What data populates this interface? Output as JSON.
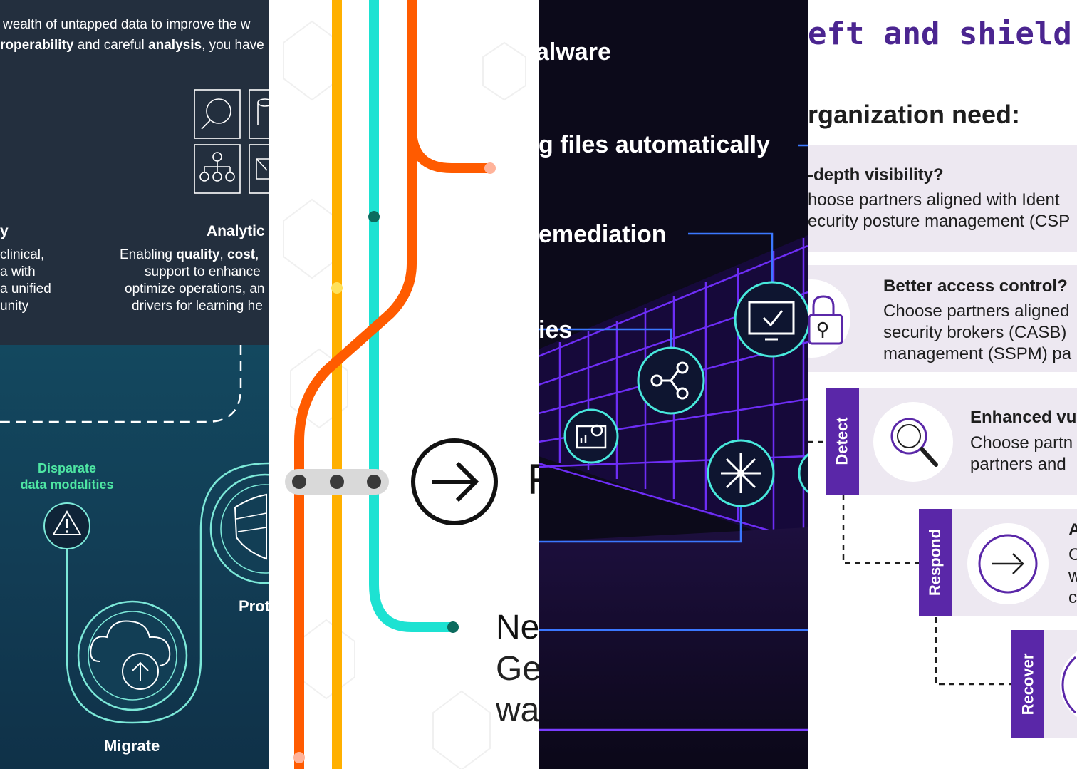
{
  "panel1": {
    "intro_line1": "wealth of untapped data to improve the w",
    "intro_line2_bold1": "roperability",
    "intro_line2_mid": " and careful ",
    "intro_line2_bold2": "analysis",
    "intro_line2_end": ", you have",
    "analytics_title": "Analytic",
    "analytics_line1_pre": "Enabling ",
    "analytics_line1_b1": "quality",
    "analytics_line1_sep": ", ",
    "analytics_line1_b2": "cost",
    "analytics_line1_end": ", ",
    "analytics_line2": "support to enhance",
    "analytics_line3": "optimize operations, an",
    "analytics_line4": "drivers for learning he",
    "left_frag_title": "y",
    "left_frag_line1": "clinical,",
    "left_frag_line2": "a with",
    "left_frag_line3": "a unified",
    "left_frag_line4": "unity",
    "disparate_label_1": "Disparate",
    "disparate_label_2": "data modalities",
    "protect_label": "Prot",
    "migrate_label": "Migrate",
    "icons": [
      "search-icon",
      "database-icon",
      "hierarchy-icon",
      "document-icon",
      "warning-icon",
      "cloud-upload-icon",
      "shield-icon"
    ]
  },
  "panel2": {
    "partial_letter": "F",
    "text_line1": "Ne",
    "text_line2": "Ge",
    "text_line3": "wa",
    "icons": [
      "arrow-right-circle-icon"
    ],
    "line_colors": {
      "orange": "#ff5b00",
      "yellow": "#ffb000",
      "teal": "#1de2d2"
    }
  },
  "panel3": {
    "label_malware": "alware",
    "label_files": "g files automatically",
    "label_remediation": "emediation",
    "label_ies": "ies",
    "icons": [
      "monitor-check-icon",
      "share-nodes-icon",
      "dashboard-gear-icon",
      "burst-icon"
    ]
  },
  "panel4": {
    "title_fragment": "eft and shield",
    "heading": "rganization need:",
    "card1_title": "-depth visibility?",
    "card1_line1": "hoose partners aligned with Ident",
    "card1_line2": "ecurity posture management (CSP",
    "card2_title": "Better access control?",
    "card2_line1": "Choose partners aligned",
    "card2_line2": "security brokers (CASB)",
    "card2_line3": "management (SSPM) pa",
    "card3_title": "Enhanced vu",
    "card3_line1": "Choose partn",
    "card3_line2": "partners and",
    "card4_lines": [
      "A",
      "C",
      "w",
      "c"
    ],
    "tab_detect": "Detect",
    "tab_respond": "Respond",
    "tab_recover": "Recover",
    "icons": [
      "lock-icon",
      "magnifier-icon",
      "arrow-right-circle-icon"
    ],
    "accent_color": "#5a27a8"
  }
}
